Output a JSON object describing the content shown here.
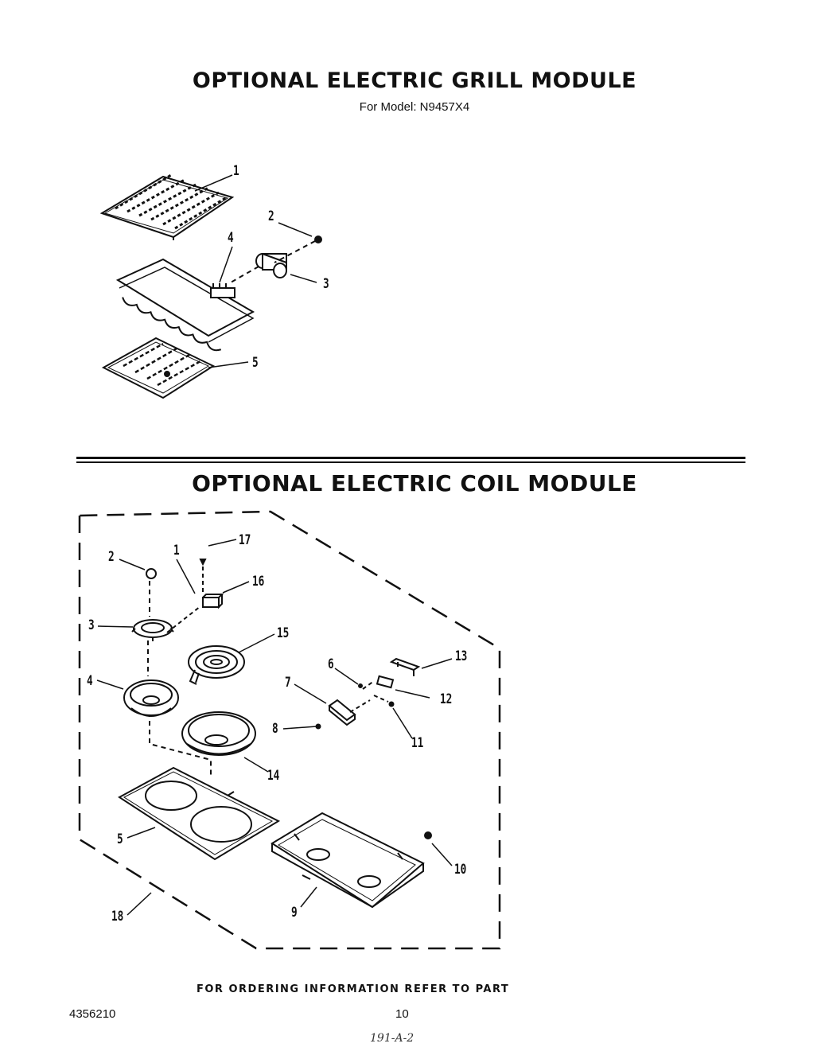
{
  "grill": {
    "title": "OPTIONAL ELECTRIC GRILL MODULE",
    "model": "For Model: N9457X4",
    "callouts": [
      "1",
      "2",
      "3",
      "4",
      "5"
    ]
  },
  "coil": {
    "title": "OPTIONAL ELECTRIC COIL MODULE",
    "callouts": [
      "1",
      "2",
      "3",
      "4",
      "5",
      "6",
      "7",
      "8",
      "9",
      "10",
      "11",
      "12",
      "13",
      "14",
      "15",
      "16",
      "17",
      "18"
    ]
  },
  "footer": {
    "ordering_text": "FOR ORDERING INFORMATION REFER TO PART",
    "doc_number": "4356210",
    "page_number": "10",
    "handwritten": "191-A-2"
  }
}
